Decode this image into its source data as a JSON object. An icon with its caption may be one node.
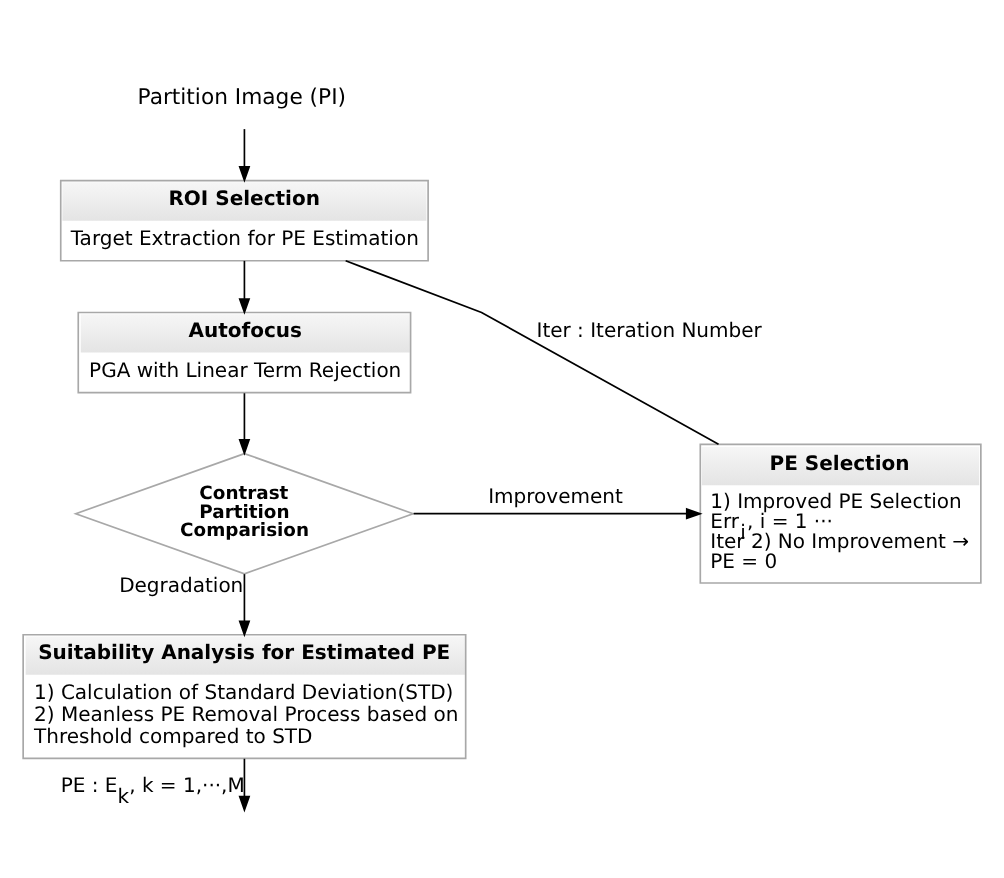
{
  "diagram": {
    "nodes": [
      {
        "text": [
          "Partition Image (PI)"
        ]
      },
      {
        "text": [
          "ROI Selection",
          "Target Extraction for PE Estimation"
        ]
      },
      {
        "text": [
          "Autofocus",
          "PGA with Linear Term Rejection"
        ]
      },
      {
        "text": [
          "Contrast Partition Comparision"
        ]
      },
      {
        "text": [
          "PE Selection",
          "1) Improved PE Selection Err$_{i}$, i = 1 ··· Iter 2) No Improvement → PE = 0"
        ]
      },
      {
        "text": [
          "Suitability Analysis for Estimated PE",
          "1) Calculation of Standard Deviation(STD) 2) Meanless PE Removal Process based on Threshold compared to STD"
        ]
      }
    ],
    "edges": [
      {
        "from": 0,
        "to": 1,
        "arrow": "to"
      },
      {
        "from": 1,
        "to": 2,
        "arrow": "to"
      },
      {
        "from": 2,
        "to": 3,
        "arrow": "to"
      },
      {
        "from": 3,
        "to": 4,
        "arrow": "to",
        "label": "Improvement"
      },
      {
        "from": 4,
        "to": 1,
        "arrow": "none",
        "label": "Iter : Iteration Number"
      },
      {
        "from": 3,
        "to": 5,
        "arrow": "to",
        "label": "Degradation"
      },
      {
        "from": 5,
        "to": null,
        "arrow": "to",
        "label": "PE : E$_{k}$, k = 1,···,M"
      }
    ]
  }
}
